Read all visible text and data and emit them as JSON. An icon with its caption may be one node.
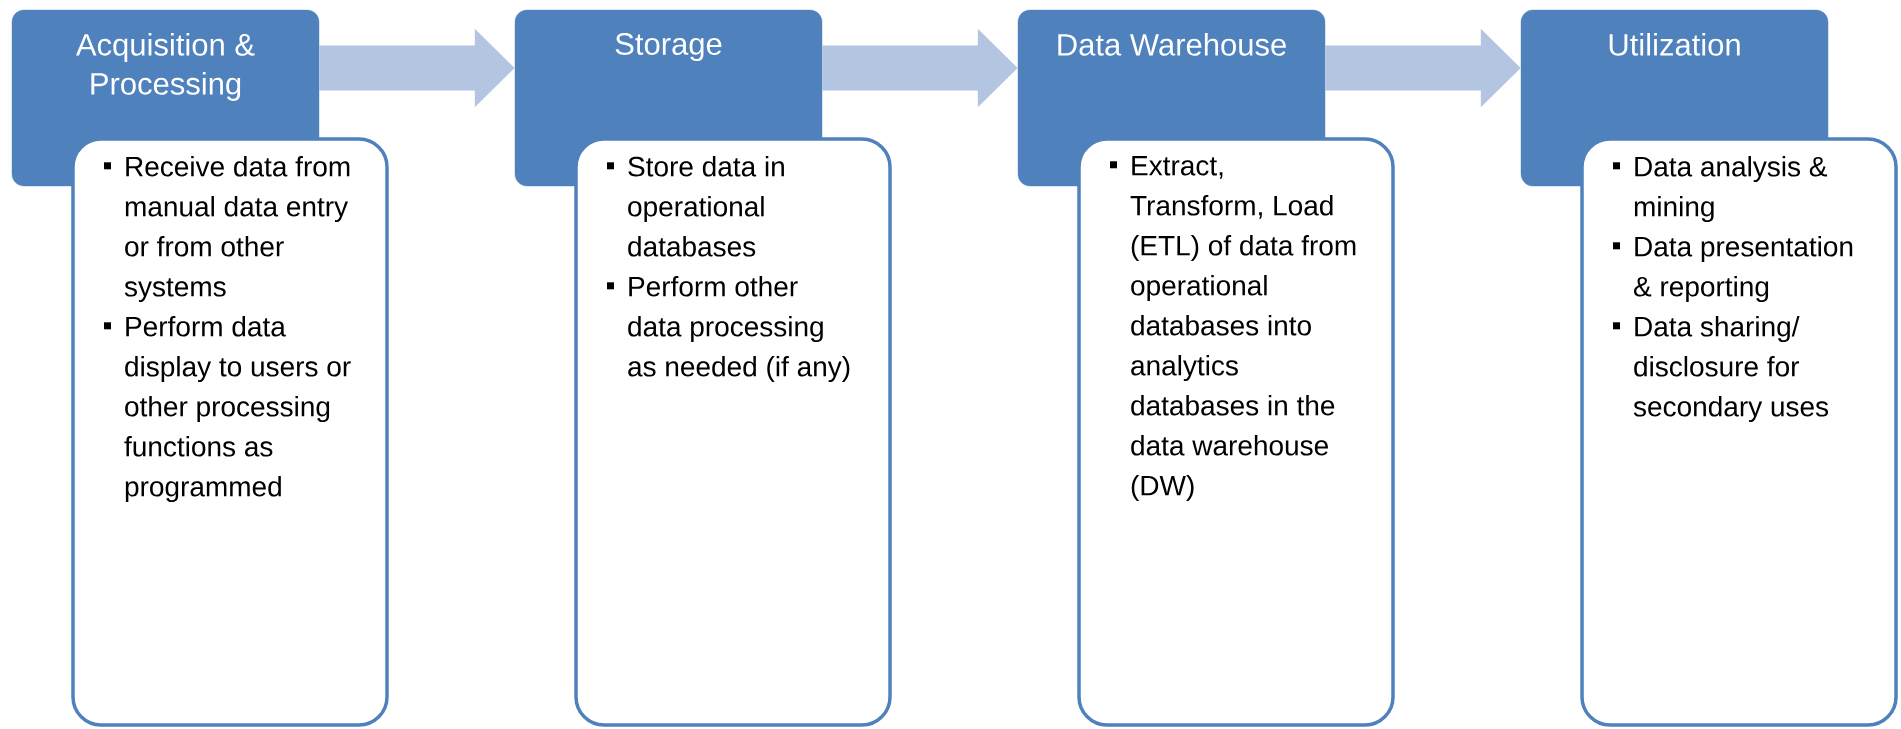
{
  "diagram": {
    "nodes": [
      {
        "text": [
          "Acquisition & Processing"
        ]
      },
      {
        "text": [
          "Receive data from manual data entry or from other systems",
          "Perform data display to users or other processing functions as programmed"
        ]
      },
      {
        "text": [
          "Storage"
        ]
      },
      {
        "text": [
          "Store data in operational databases",
          "Perform other data processing as needed (if any)"
        ]
      },
      {
        "text": [
          "Data Warehouse"
        ]
      },
      {
        "text": [
          "Extract, Transform, Load (ETL) of data from operational databases into analytics databases in the data warehouse (DW)"
        ]
      },
      {
        "text": [
          "Utilization"
        ]
      },
      {
        "text": [
          "Data analysis & mining",
          "Data presentation & reporting",
          "Data sharing/ disclosure for secondary uses"
        ]
      }
    ],
    "edges": [
      {
        "from": 0,
        "to": 2,
        "arrow": "to"
      },
      {
        "from": 2,
        "to": 4,
        "arrow": "to"
      },
      {
        "from": 4,
        "to": 6,
        "arrow": "to"
      }
    ]
  }
}
